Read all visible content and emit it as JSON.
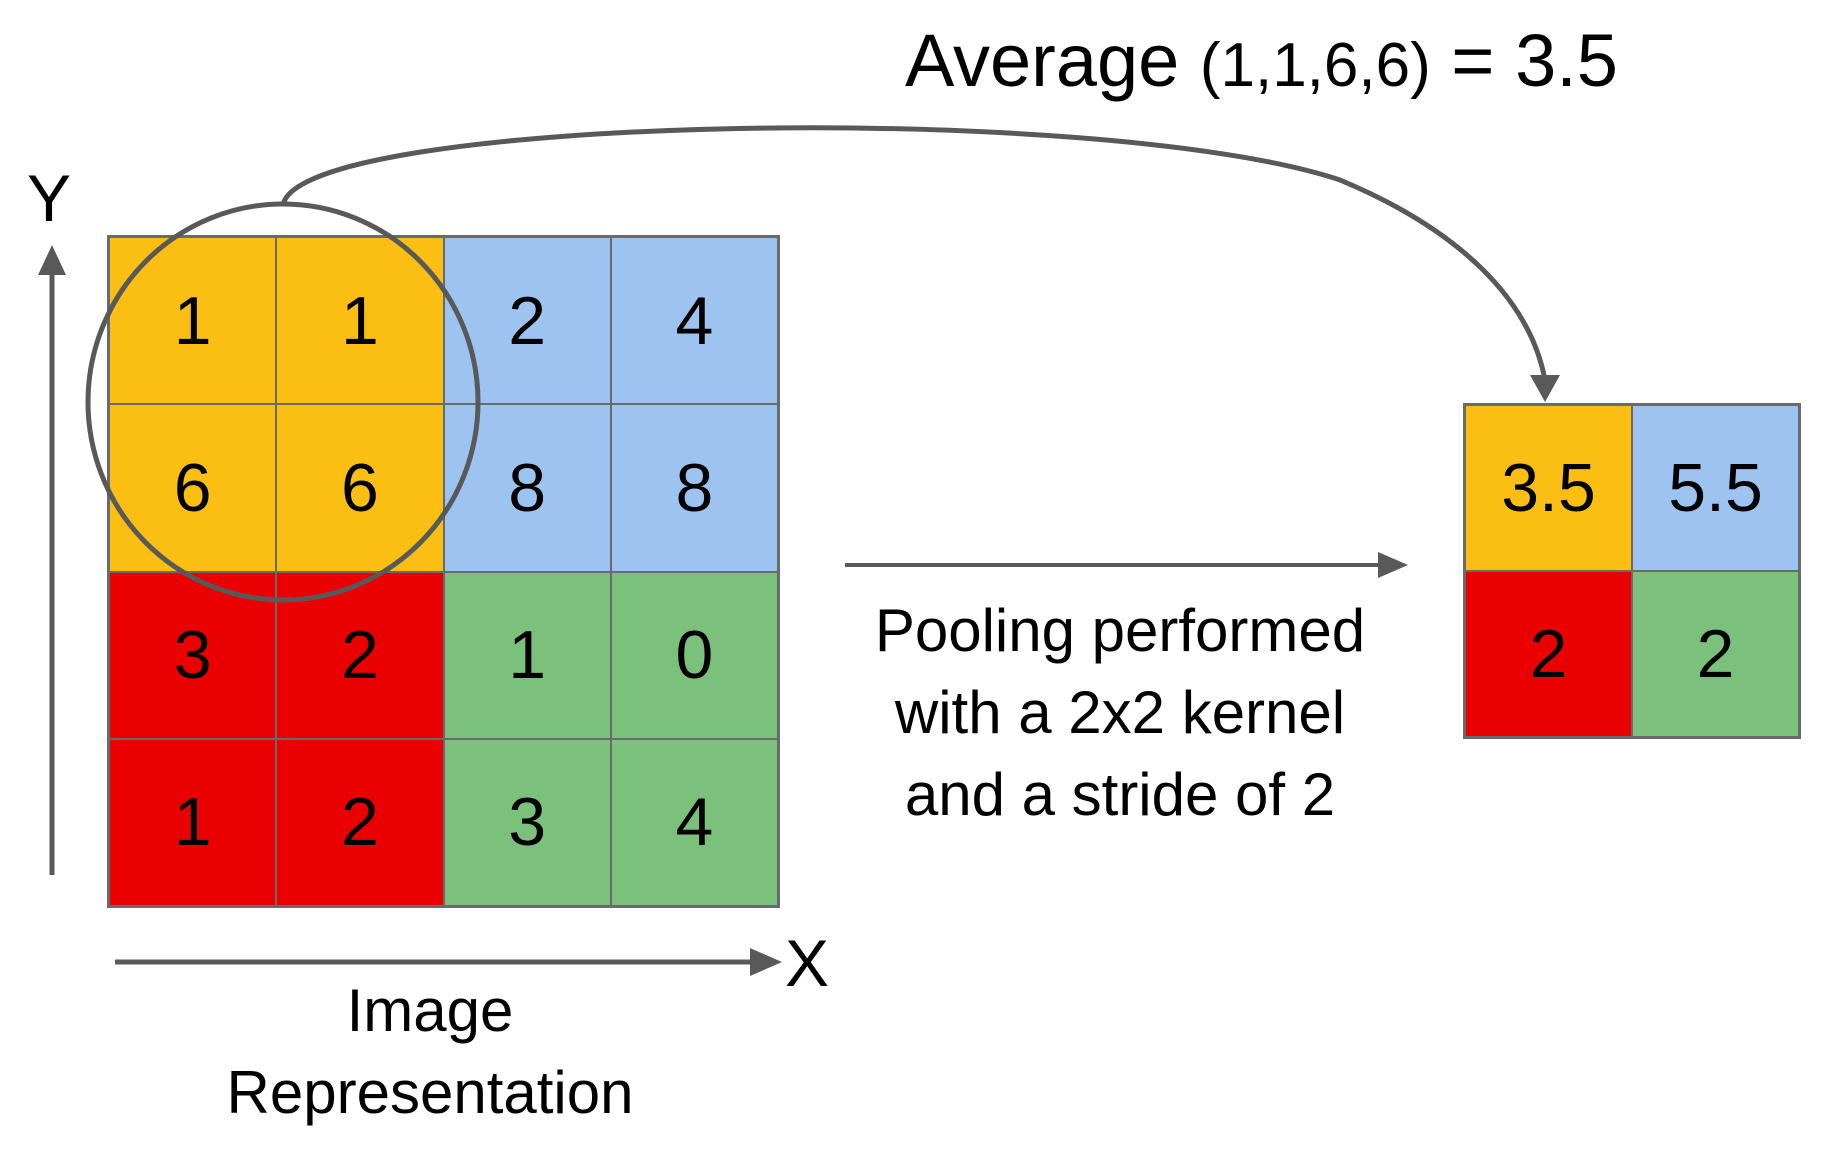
{
  "formula": {
    "prefix": "Average ",
    "args": "(1,1,6,6)",
    "suffix": " = 3.5"
  },
  "axes": {
    "y_label": "Y",
    "x_label": "X"
  },
  "image_caption": {
    "line1": "Image",
    "line2": "Representation"
  },
  "pooling_caption": {
    "line1": "Pooling performed",
    "line2": "with a 2x2 kernel",
    "line3": "and a stride of 2"
  },
  "colors": {
    "yellow": "#fbbf14",
    "blue": "#9dc3f1",
    "red": "#ea0000",
    "green": "#7bc17c",
    "line": "#595959"
  },
  "input_grid": [
    [
      {
        "value": "1",
        "color": "yellow"
      },
      {
        "value": "1",
        "color": "yellow"
      },
      {
        "value": "2",
        "color": "blue"
      },
      {
        "value": "4",
        "color": "blue"
      }
    ],
    [
      {
        "value": "6",
        "color": "yellow"
      },
      {
        "value": "6",
        "color": "yellow"
      },
      {
        "value": "8",
        "color": "blue"
      },
      {
        "value": "8",
        "color": "blue"
      }
    ],
    [
      {
        "value": "3",
        "color": "red"
      },
      {
        "value": "2",
        "color": "red"
      },
      {
        "value": "1",
        "color": "green"
      },
      {
        "value": "0",
        "color": "green"
      }
    ],
    [
      {
        "value": "1",
        "color": "red"
      },
      {
        "value": "2",
        "color": "red"
      },
      {
        "value": "3",
        "color": "green"
      },
      {
        "value": "4",
        "color": "green"
      }
    ]
  ],
  "output_grid": [
    [
      {
        "value": "3.5",
        "color": "yellow"
      },
      {
        "value": "5.5",
        "color": "blue"
      }
    ],
    [
      {
        "value": "2",
        "color": "red"
      },
      {
        "value": "2",
        "color": "green"
      }
    ]
  ]
}
